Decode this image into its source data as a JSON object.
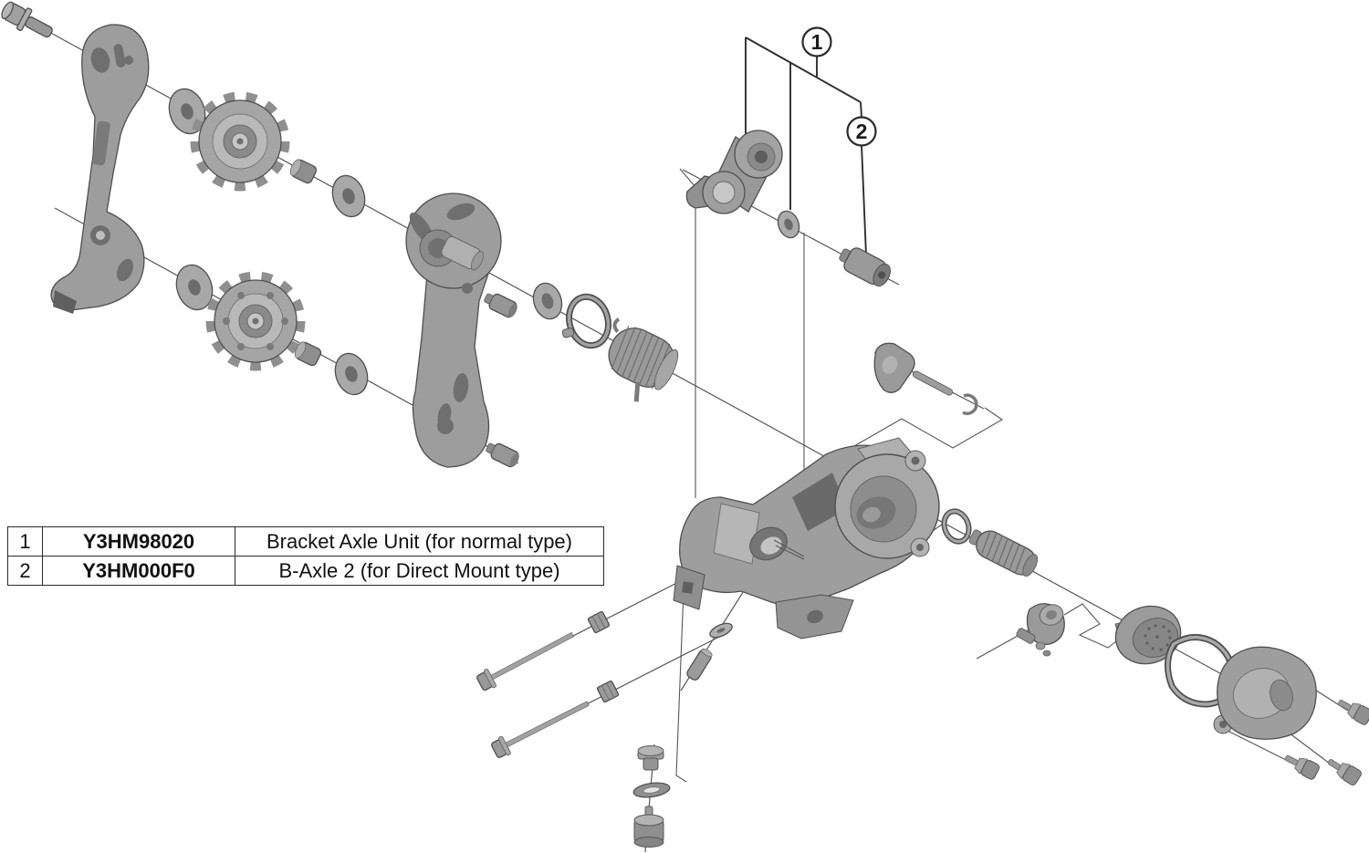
{
  "diagram": {
    "type": "exploded-parts-diagram",
    "subject": "rear derailleur exploded view",
    "background": "#ffffff",
    "colors": {
      "part_mid": "#9b9b9b",
      "part_light": "#c3c3c3",
      "part_dark": "#6f6f6f",
      "outline": "#4f4f4f",
      "leader_line": "#2e2e2e"
    },
    "callouts": {
      "c1": "1",
      "c2": "2"
    },
    "table": {
      "rows": [
        {
          "index": "1",
          "part_no": "Y3HM98020",
          "description": "Bracket Axle Unit (for normal type)"
        },
        {
          "index": "2",
          "part_no": "Y3HM000F0",
          "description": "B-Axle 2 (for Direct Mount type)"
        }
      ]
    }
  }
}
